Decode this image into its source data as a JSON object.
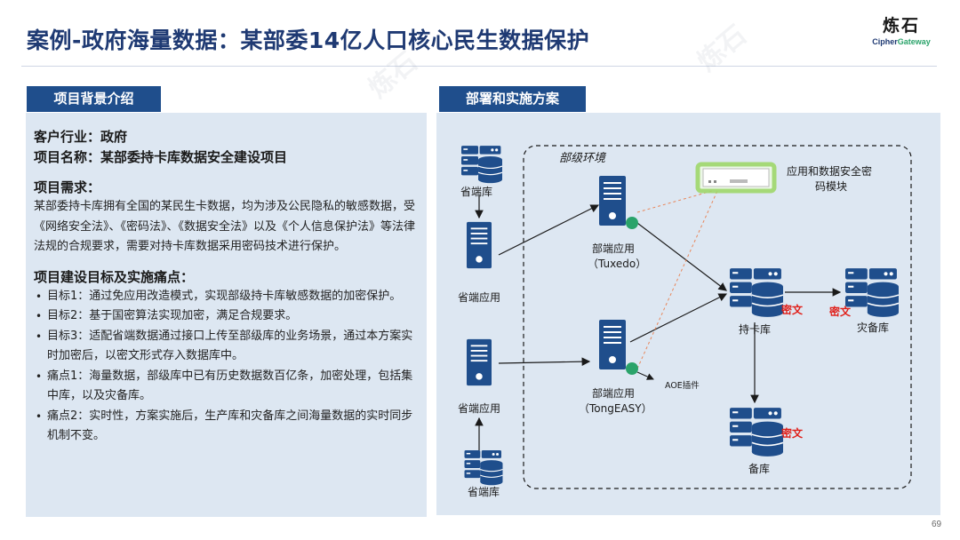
{
  "header": {
    "title": "案例-政府海量数据：某部委14亿人口核心民生数据保护",
    "logo_cn": "炼石",
    "logo_en_1": "Cipher",
    "logo_en_2": "Gateway",
    "page_number": "69"
  },
  "left": {
    "section_label": "项目背景介绍",
    "industry": "客户行业：政府",
    "project_name": "项目名称：某部委持卡库数据安全建设项目",
    "needs_heading": "项目需求：",
    "needs_text": "某部委持卡库拥有全国的某民生卡数据，均为涉及公民隐私的敏感数据，受《网络安全法》、《密码法》、《数据安全法》以及《个人信息保护法》等法律法规的合规要求，需要对持卡库数据采用密码技术进行保护。",
    "goals_heading": "项目建设目标及实施痛点：",
    "goals": [
      "目标1：通过免应用改造模式，实现部级持卡库敏感数据的加密保护。",
      "目标2：基于国密算法实现加密，满足合规要求。",
      "目标3：适配省端数据通过接口上传至部级库的业务场景，通过本方案实时加密后，以密文形式存入数据库中。",
      "痛点1：海量数据，部级库中已有历史数据数百亿条，加密处理，包括集中库，以及灾备库。",
      "痛点2：实时性，方案实施后，生产库和灾备库之间海量数据的实时同步机制不变。"
    ]
  },
  "right": {
    "section_label": "部署和实施方案",
    "env_label": "部级环境",
    "nodes": {
      "prov_db_top": "省端库",
      "prov_app_top": "省端应用",
      "app_tuxedo_1": "部端应用",
      "app_tuxedo_2": "（Tuxedo）",
      "crypto_module_1": "应用和数据安全密",
      "crypto_module_2": "码模块",
      "card_db": "持卡库",
      "dr_db": "灾备库",
      "prov_app_bottom": "省端应用",
      "app_tong_1": "部端应用",
      "app_tong_2": "（TongEASY）",
      "aoe_plugin": "AOE插件",
      "backup_db": "备库",
      "prov_db_bottom": "省端库",
      "cipher_1": "密文",
      "cipher_2": "密文",
      "cipher_3": "密文"
    }
  },
  "colors": {
    "title": "#1f3a73",
    "section_bg": "#1f4e8c",
    "panel_bg": "#dde7f2",
    "server_blue": "#1f4e8c",
    "red": "#e0201a"
  }
}
